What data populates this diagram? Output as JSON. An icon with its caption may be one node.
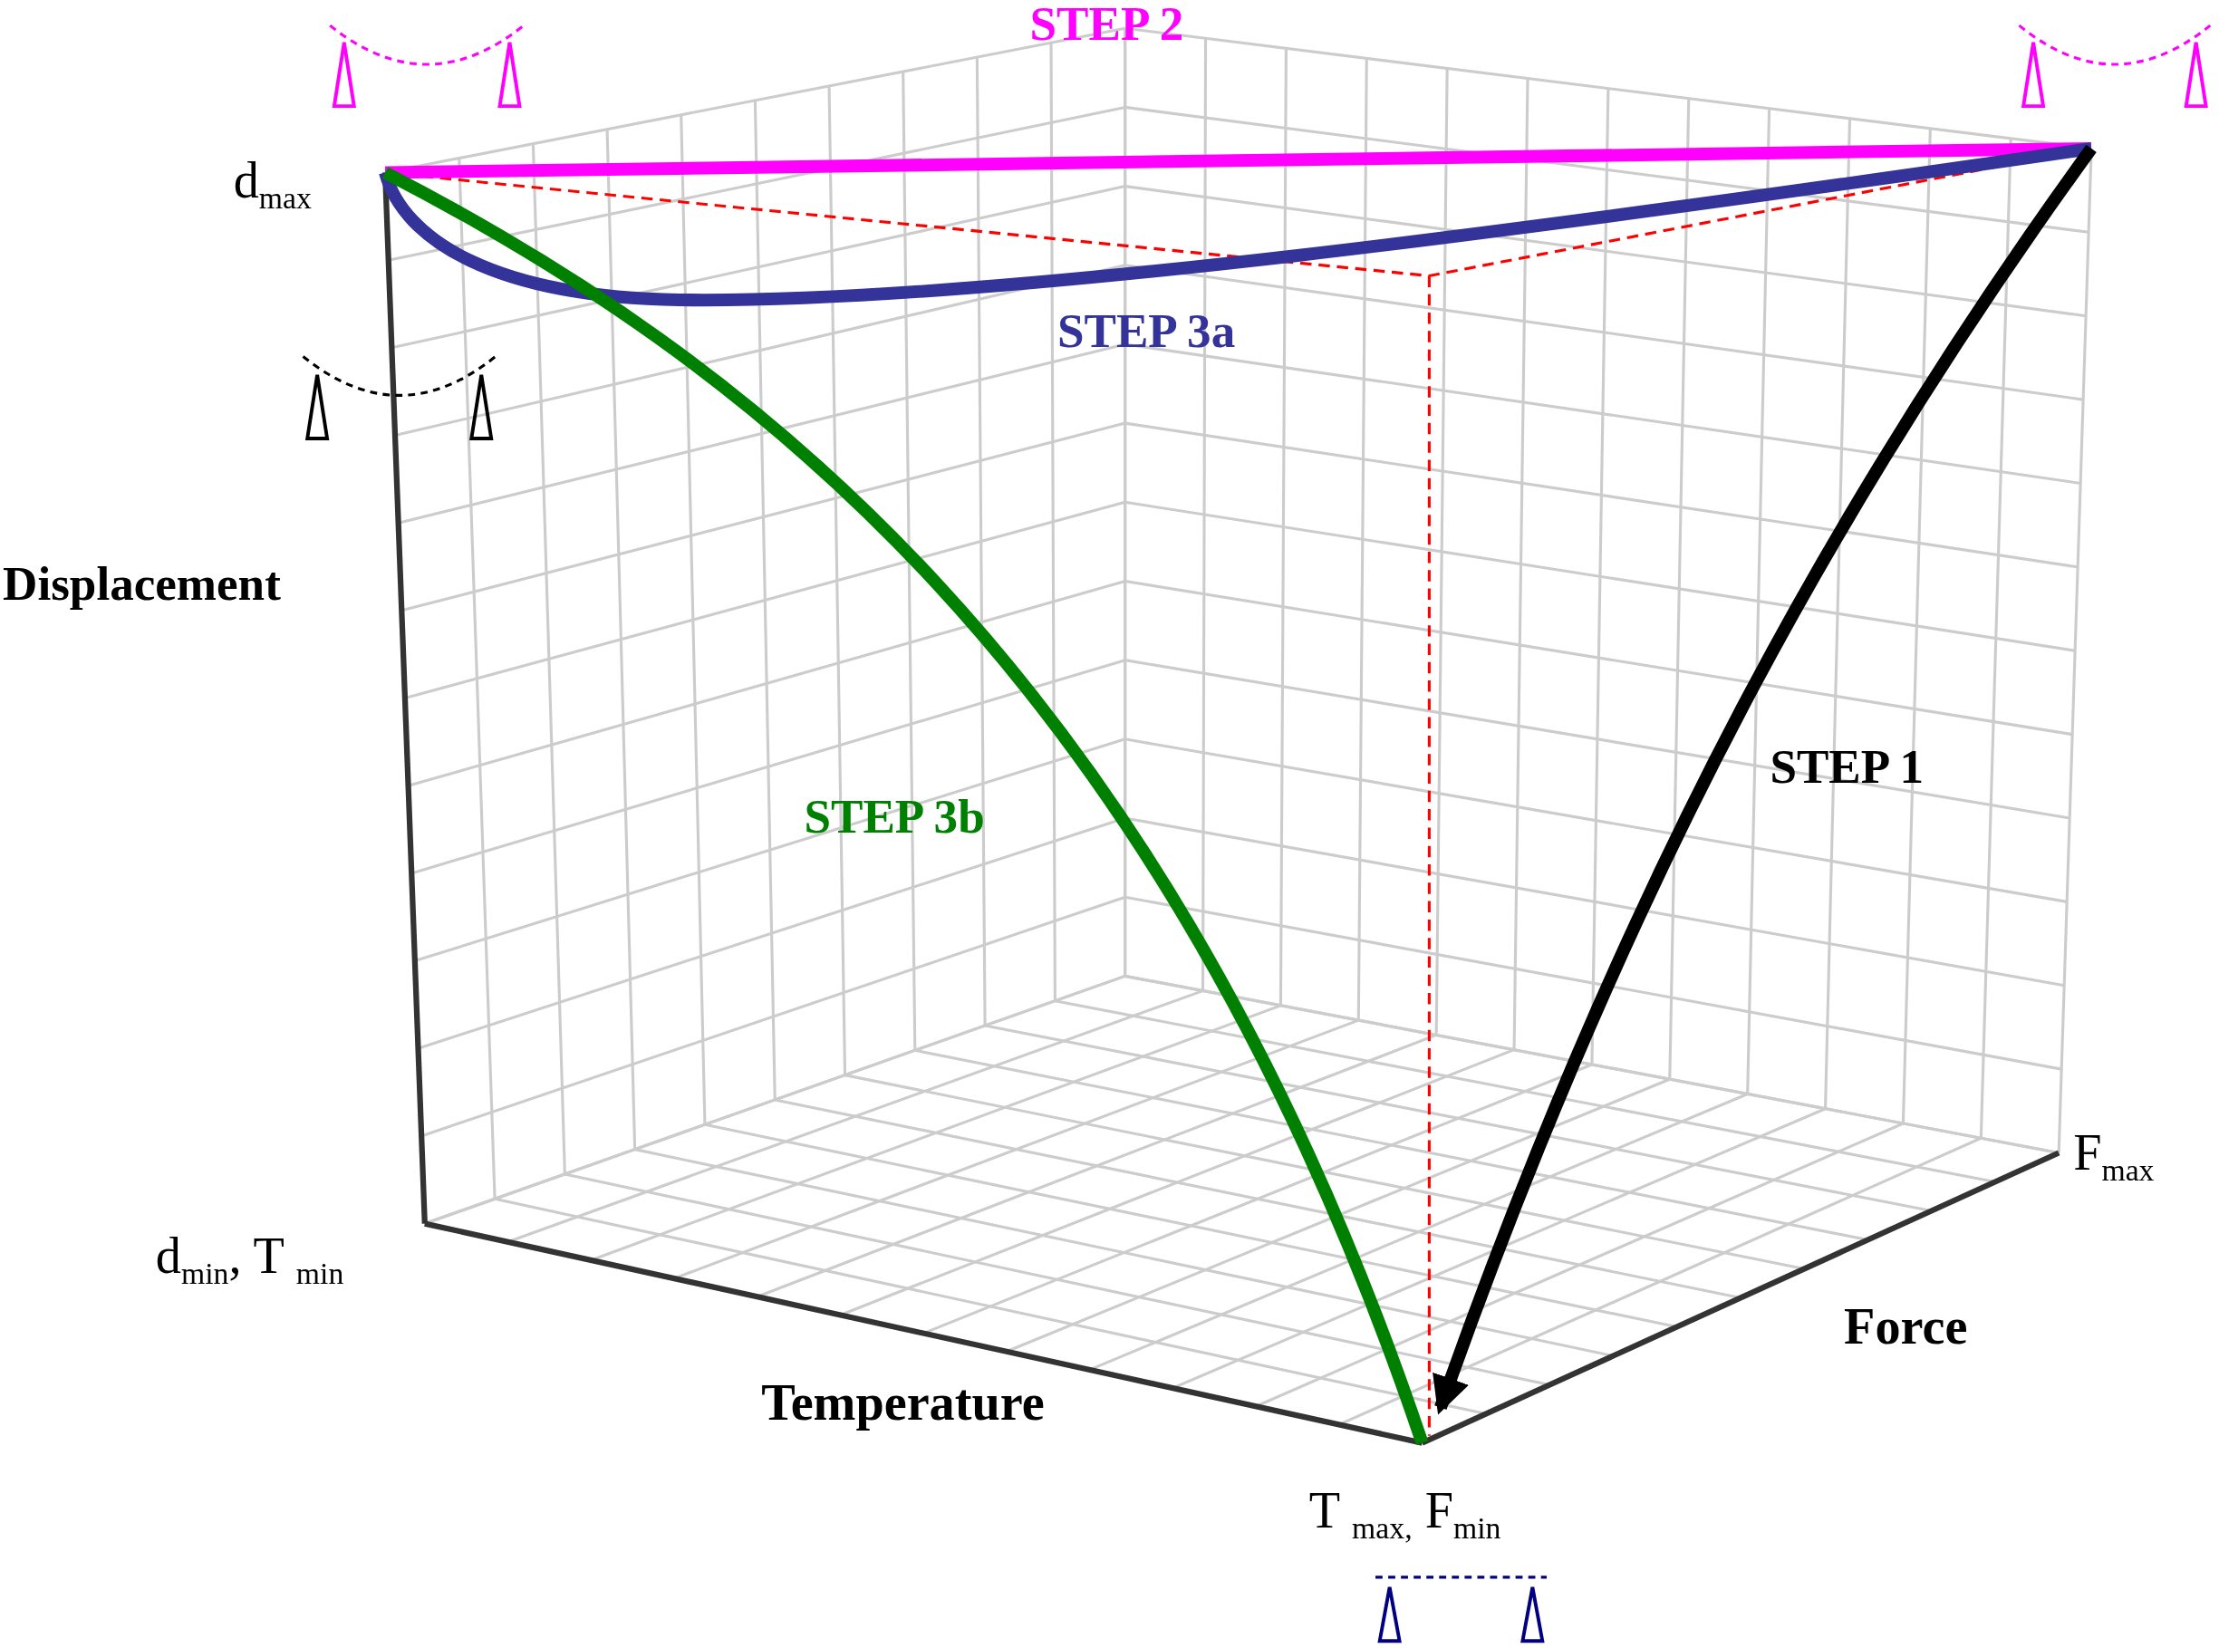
{
  "diagram": {
    "labels": [
      "STEP 2",
      "d$_{max}$",
      "STEP 3a",
      "Displacement",
      "STEP 1",
      "STEP 3b",
      "F$_{max}$",
      "d$_{min}$, T $_{min}$",
      "Force",
      "Temperature",
      "T $_{max,}$ F$_{min}$"
    ]
  }
}
